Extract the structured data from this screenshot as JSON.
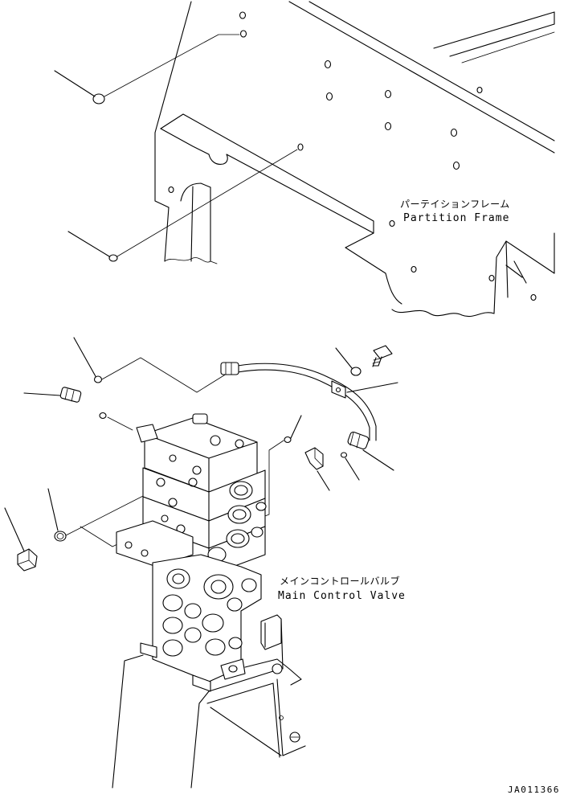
{
  "labels": {
    "partition_frame_jp": "パーテイションフレーム",
    "partition_frame_en": "Partition Frame",
    "main_control_valve_jp": "メインコントロールバルブ",
    "main_control_valve_en": "Main Control Valve",
    "drawing_code": "JA011366"
  }
}
